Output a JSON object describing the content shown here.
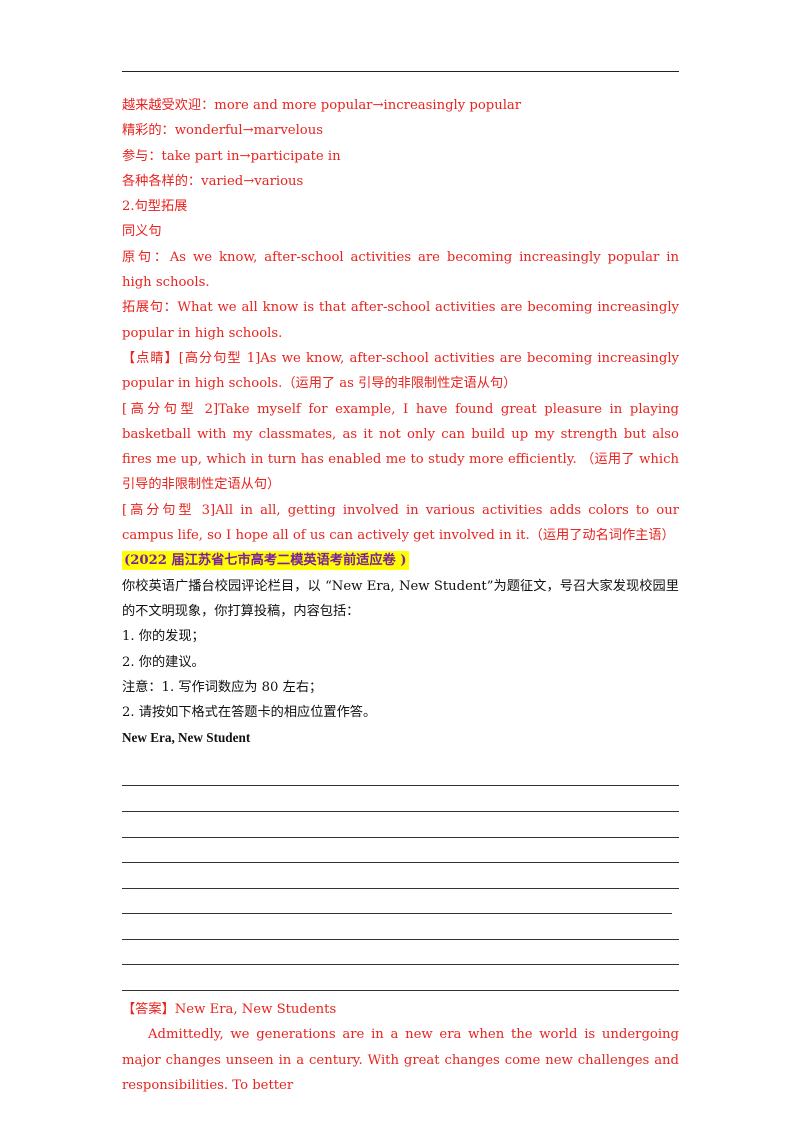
{
  "synonyms": [
    "越来越受欢迎：more and more popular→increasingly popular",
    "精彩的：wonderful→marvelous",
    "参与：take part in→participate in",
    "各种各样的：varied→various"
  ],
  "section_heading": "2.句型拓展",
  "subheading": "同义句",
  "original_sentence": "原句：As we know, after-school activities are becoming increasingly popular in high schools.",
  "expanded_sentence": "拓展句：What we all know is that after-school activities are becoming increasingly popular in high schools.",
  "highlights": [
    "【点睛】[高分句型 1]As we know, after-school activities are becoming increasingly popular in high schools.（运用了 as 引导的非限制性定语从句）",
    "[高分句型 2]Take myself for example, I have found great pleasure in playing basketball with my classmates, as it not only can build up my strength but also fires me up, which in turn has enabled me to study more efficiently. （运用了 which 引导的非限制性定语从句）",
    "[高分句型 3]All in all, getting involved in various activities adds colors to our campus life, so I hope all of us can actively get involved in it.（运用了动名词作主语）"
  ],
  "source_tag": "(2022 届江苏省七市高考二模英语考前适应卷 )",
  "prompt_intro": "你校英语广播台校园评论栏目，以 “New Era, New Student”为题征文，号召大家发现校园里的不文明现象，你打算投稿，内容包括：",
  "prompt_items": [
    "1. 你的发现；",
    "2. 你的建议。"
  ],
  "notes": [
    "注意：1. 写作词数应为 80 左右；",
    "2. 请按如下格式在答题卡的相应位置作答。"
  ],
  "essay_title": "New Era, New Student",
  "answer_label": "【答案】New Era, New Students",
  "answer_text": "Admittedly, we generations are in a new era when the world is undergoing major changes unseen in a century. With great changes come new challenges and responsibilities. To better"
}
